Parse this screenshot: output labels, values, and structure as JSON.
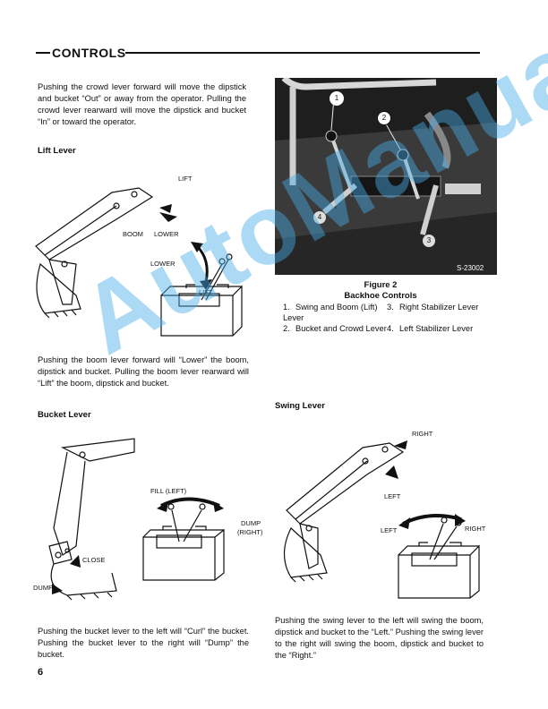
{
  "header": {
    "title": "CONTROLS"
  },
  "crowd": {
    "text": "Pushing the crowd lever forward will move the dipstick and bucket “Out” or away from the operator. Pulling the crowd lever rearward will move the dipstick and bucket “In” or toward the operator."
  },
  "lift": {
    "heading": "Lift Lever",
    "labels": {
      "lift_arrow": "LIFT",
      "boom": "BOOM",
      "lower_arrow": "LOWER",
      "lower": "LOWER",
      "lift": "LIFT"
    },
    "text": "Pushing the boom lever forward will “Lower” the boom, dipstick and bucket. Pulling the boom lever rearward will “Lift” the boom, dipstick and bucket."
  },
  "figure2": {
    "code": "S-23002",
    "title": "Figure 2",
    "subtitle": "Backhoe Controls",
    "callouts": [
      "1",
      "2",
      "3",
      "4"
    ],
    "items": [
      {
        "num": "1.",
        "text": "Swing and Boom (Lift) Lever"
      },
      {
        "num": "2.",
        "text": "Bucket and Crowd Lever"
      },
      {
        "num": "3.",
        "text": "Right Stabilizer Lever"
      },
      {
        "num": "4.",
        "text": "Left Stabilizer Lever"
      }
    ]
  },
  "bucket": {
    "heading": "Bucket Lever",
    "labels": {
      "fill": "FILL (LEFT)",
      "dump_right_1": "DUMP",
      "dump_right_2": "(RIGHT)",
      "close": "CLOSE",
      "dump": "DUMP"
    },
    "text": "Pushing the bucket lever to the left will “Curl” the bucket. Pushing the bucket lever to the right will “Dump” the bucket."
  },
  "swing": {
    "heading": "Swing Lever",
    "labels": {
      "right_top": "RIGHT",
      "left_arrow": "LEFT",
      "left": "LEFT",
      "right": "RIGHT"
    },
    "text": "Pushing the swing lever to the left will swing the boom, dipstick and bucket to the “Left.” Pushing the swing lever to the right will swing the boom, dipstick and bucket to the “Right.”"
  },
  "watermark": "AutoManual",
  "page_number": "6"
}
